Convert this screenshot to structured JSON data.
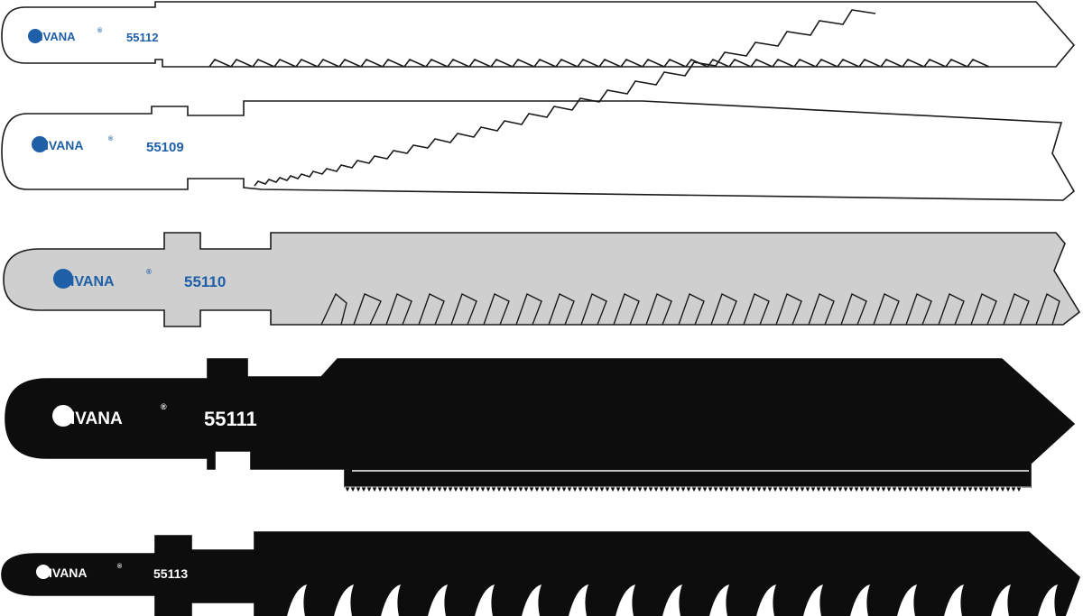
{
  "brand": "IVANA",
  "registered": "®",
  "blades": [
    {
      "code": "55112",
      "fill": "#ffffff",
      "stroke": "#1a1a1a",
      "text_color": "#1f5fa8",
      "logo_color": "#1f5fa8"
    },
    {
      "code": "55109",
      "fill": "#ffffff",
      "stroke": "#1a1a1a",
      "text_color": "#1f5fa8",
      "logo_color": "#1f5fa8"
    },
    {
      "code": "55110",
      "fill": "#cfcfcf",
      "stroke": "#1a1a1a",
      "text_color": "#1f5fa8",
      "logo_color": "#1f5fa8"
    },
    {
      "code": "55111",
      "fill": "#0d0d0d",
      "stroke": "#0d0d0d",
      "text_color": "#ffffff",
      "logo_color": "#ffffff"
    },
    {
      "code": "55113",
      "fill": "#0d0d0d",
      "stroke": "#0d0d0d",
      "text_color": "#ffffff",
      "logo_color": "#ffffff"
    }
  ]
}
